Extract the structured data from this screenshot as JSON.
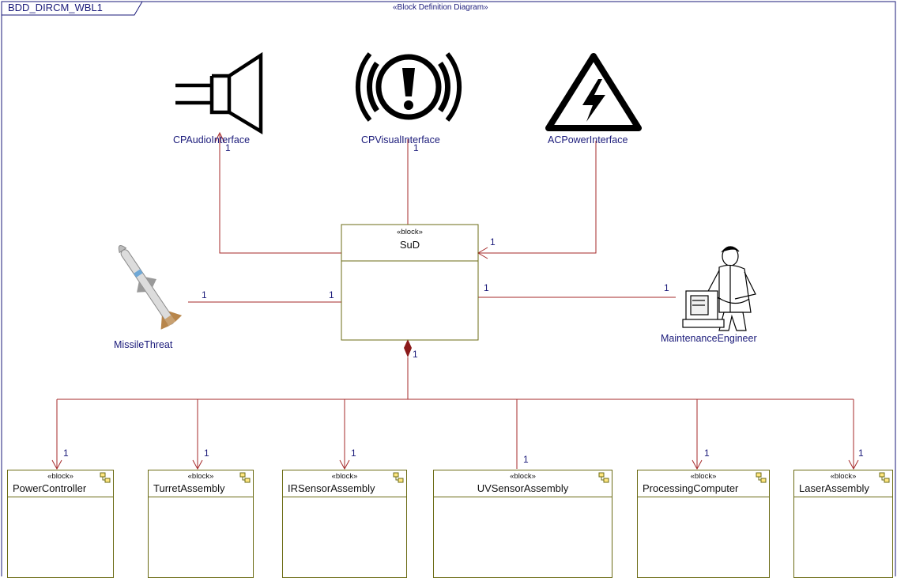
{
  "frame": {
    "tab_label": "BDD_DIRCM_WBL1",
    "diagram_type": "«Block Definition Diagram»"
  },
  "colors": {
    "line": "#a52a2a",
    "block_border": "#6b6b14",
    "label": "#1a1a7a",
    "composition": "#8b1a1a"
  },
  "actors": {
    "audio": {
      "name": "CPAudioInterface",
      "multiplicity": "1",
      "icon": "speaker-icon"
    },
    "visual": {
      "name": "CPVisualInterface",
      "multiplicity": "1",
      "icon": "warning-exclamation-icon"
    },
    "power": {
      "name": "ACPowerInterface",
      "multiplicity": "1",
      "icon": "high-voltage-icon"
    },
    "missile": {
      "name": "MissileThreat",
      "multiplicity": "1",
      "icon": "missile-icon"
    },
    "engineer": {
      "name": "MaintenanceEngineer",
      "multiplicity": "1",
      "icon": "engineer-icon"
    }
  },
  "system": {
    "stereotype": "«block»",
    "name": "SuD",
    "multiplicities": {
      "power": "1",
      "missile": "1",
      "engineer": "1",
      "composition": "1"
    }
  },
  "subsystems": [
    {
      "stereotype": "«block»",
      "name": "PowerController",
      "multiplicity": "1"
    },
    {
      "stereotype": "«block»",
      "name": "TurretAssembly",
      "multiplicity": "1"
    },
    {
      "stereotype": "«block»",
      "name": "IRSensorAssembly",
      "multiplicity": "1"
    },
    {
      "stereotype": "«block»",
      "name": "UVSensorAssembly",
      "multiplicity": "1"
    },
    {
      "stereotype": "«block»",
      "name": "ProcessingComputer",
      "multiplicity": "1"
    },
    {
      "stereotype": "«block»",
      "name": "LaserAssembly",
      "multiplicity": "1"
    }
  ]
}
